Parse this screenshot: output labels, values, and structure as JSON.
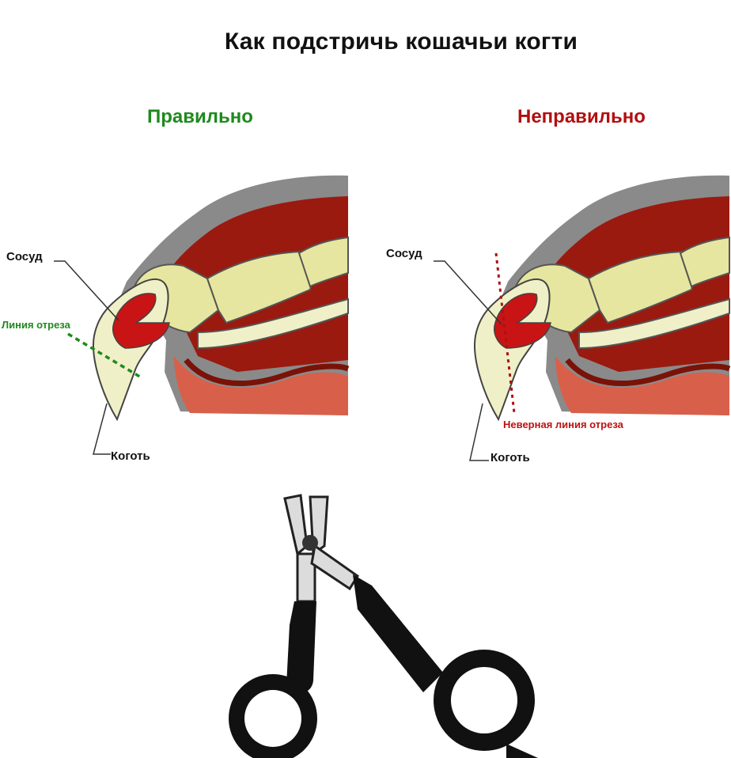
{
  "title": "Как подстричь кошачьи когти",
  "panels": {
    "correct": {
      "heading": "Правильно",
      "vessel_label": "Сосуд",
      "cut_line_label": "Линия отреза",
      "claw_label": "Коготь"
    },
    "wrong": {
      "heading": "Неправильно",
      "vessel_label": "Сосуд",
      "cut_line_label": "Неверная линия отреза",
      "claw_label": "Коготь"
    }
  },
  "colors": {
    "correct": "#1e8a1e",
    "wrong": "#b01010",
    "fur": "#8a8a8a",
    "flesh": "#9a1a10",
    "bone": "#e6e6a0",
    "claw": "#f0f0c8",
    "vessel": "#c81414",
    "pad": "#d8604a"
  }
}
